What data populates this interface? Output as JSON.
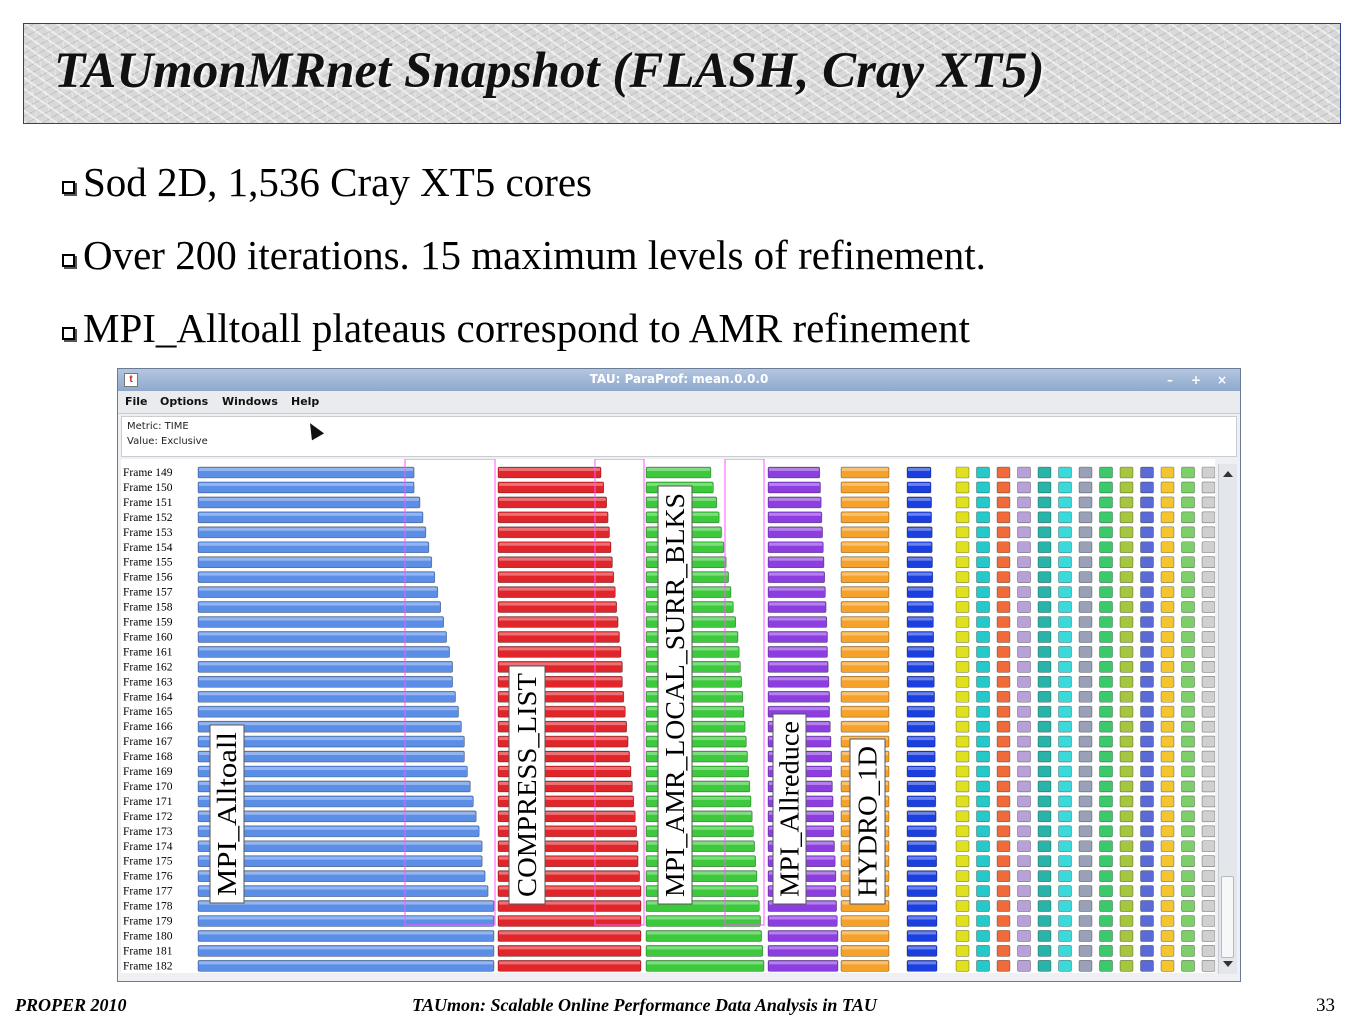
{
  "slide": {
    "title": "TAUmonMRnet Snapshot (FLASH, Cray XT5)",
    "bullets": [
      "Sod 2D, 1,536 Cray XT5 cores",
      "Over 200 iterations. 15 maximum levels of refinement.",
      "MPI_Alltoall plateaus correspond to AMR refinement"
    ],
    "footer_left": "PROPER 2010",
    "footer_center": "TAUmon: Scalable Online Performance Data Analysis in TAU",
    "page_number": "33"
  },
  "window": {
    "title": "TAU: ParaProf: mean.0.0.0",
    "app_icon": "t",
    "menu": [
      "File",
      "Options",
      "Windows",
      "Help"
    ],
    "metric_line": "Metric: TIME",
    "value_line": "Value: Exclusive",
    "controls": [
      "–",
      "+",
      "×"
    ]
  },
  "colors": {
    "title_border": "#2c3f8a",
    "mpi_alltoall": "#5b8ee6",
    "compress_list": "#e0262b",
    "mpi_amr_local_surr_blks": "#3cc93c",
    "mpi_allreduce": "#8c3ee0",
    "hydro_1d": "#f5a12a",
    "blue_col": "#1c3fe0",
    "highlight": "#ff55ff"
  },
  "chart_data": {
    "type": "bar",
    "categories": [
      "Frame 149",
      "Frame 150",
      "Frame 151",
      "Frame 152",
      "Frame 153",
      "Frame 154",
      "Frame 155",
      "Frame 156",
      "Frame 157",
      "Frame 158",
      "Frame 159",
      "Frame 160",
      "Frame 161",
      "Frame 162",
      "Frame 163",
      "Frame 164",
      "Frame 165",
      "Frame 166",
      "Frame 167",
      "Frame 168",
      "Frame 169",
      "Frame 170",
      "Frame 171",
      "Frame 172",
      "Frame 173",
      "Frame 174",
      "Frame 175",
      "Frame 176",
      "Frame 177",
      "Frame 178",
      "Frame 179",
      "Frame 180",
      "Frame 181",
      "Frame 182"
    ],
    "series": [
      {
        "name": "MPI_Alltoall",
        "values": [
          0.73,
          0.73,
          0.75,
          0.76,
          0.77,
          0.78,
          0.79,
          0.8,
          0.81,
          0.82,
          0.83,
          0.84,
          0.85,
          0.86,
          0.86,
          0.87,
          0.88,
          0.89,
          0.9,
          0.9,
          0.91,
          0.92,
          0.93,
          0.94,
          0.95,
          0.96,
          0.96,
          0.97,
          0.98,
          1.0,
          1.0,
          1.0,
          1.0,
          1.0
        ]
      },
      {
        "name": "COMPRESS_LIST",
        "values": [
          0.72,
          0.74,
          0.76,
          0.77,
          0.78,
          0.79,
          0.8,
          0.81,
          0.82,
          0.83,
          0.84,
          0.85,
          0.86,
          0.87,
          0.87,
          0.88,
          0.89,
          0.9,
          0.91,
          0.92,
          0.93,
          0.94,
          0.95,
          0.96,
          0.97,
          0.98,
          0.98,
          0.99,
          1.0,
          1.0,
          1.0,
          1.0,
          1.0,
          1.0
        ]
      },
      {
        "name": "MPI_AMR_LOCAL_SURR_BLKS",
        "values": [
          0.55,
          0.57,
          0.6,
          0.62,
          0.64,
          0.66,
          0.68,
          0.7,
          0.72,
          0.74,
          0.76,
          0.78,
          0.79,
          0.8,
          0.81,
          0.82,
          0.83,
          0.84,
          0.85,
          0.86,
          0.87,
          0.88,
          0.89,
          0.9,
          0.91,
          0.92,
          0.93,
          0.94,
          0.95,
          0.96,
          0.97,
          0.98,
          0.99,
          1.0
        ]
      },
      {
        "name": "MPI_Allreduce",
        "values": [
          0.74,
          0.75,
          0.76,
          0.77,
          0.78,
          0.79,
          0.8,
          0.81,
          0.82,
          0.83,
          0.84,
          0.85,
          0.85,
          0.86,
          0.87,
          0.88,
          0.88,
          0.89,
          0.9,
          0.91,
          0.91,
          0.92,
          0.93,
          0.94,
          0.94,
          0.95,
          0.96,
          0.97,
          0.97,
          0.98,
          0.99,
          1.0,
          1.0,
          1.0
        ]
      },
      {
        "name": "HYDRO_1D",
        "values": [
          1,
          1,
          1,
          1,
          1,
          1,
          1,
          1,
          1,
          1,
          1,
          1,
          1,
          1,
          1,
          1,
          1,
          1,
          1,
          1,
          1,
          1,
          1,
          1,
          1,
          1,
          1,
          1,
          1,
          1,
          1,
          1,
          1,
          1
        ]
      },
      {
        "name": "",
        "values": [
          0.8,
          0.8,
          0.82,
          0.82,
          0.84,
          0.84,
          0.85,
          0.86,
          0.87,
          0.88,
          0.88,
          0.89,
          0.9,
          0.9,
          0.91,
          0.92,
          0.92,
          0.93,
          0.94,
          0.94,
          0.95,
          0.96,
          0.96,
          0.97,
          0.98,
          0.98,
          0.99,
          1.0,
          1.0,
          1.0,
          1.0,
          1.0,
          1.0,
          1.0
        ]
      }
    ],
    "small_columns": [
      "#e0e020",
      "#25c9c9",
      "#f06a3a",
      "#b8a0d8",
      "#2ab3a8",
      "#3bd9d9",
      "#9aa0b8",
      "#3cc96b",
      "#a7c640",
      "#5a6ad6",
      "#f5c530",
      "#7ecf6a",
      "#d0d0d0",
      "#222222"
    ],
    "labels_on_chart": [
      "MPI_Alltoall",
      "COMPRESS_LIST",
      "MPI_AMR_LOCAL_SURR_BLKS",
      "MPI_Allreduce",
      "HYDRO_1D"
    ]
  }
}
